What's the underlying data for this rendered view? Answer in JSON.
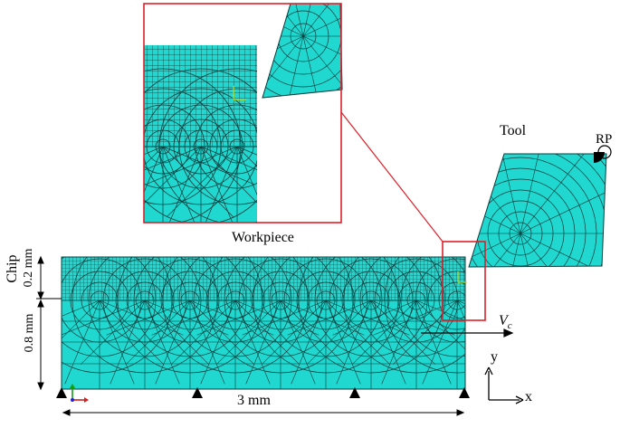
{
  "labels": {
    "tool": "Tool",
    "rp": "RP",
    "workpiece": "Workpiece",
    "chip": "Chip",
    "chip_thickness": "0.2 mm",
    "workpiece_height": "0.8 mm",
    "workpiece_length": "3 mm",
    "velocity_symbol": "V",
    "velocity_subscript": "c",
    "axis_y": "y",
    "axis_x": "x"
  },
  "colors": {
    "mesh_fill": "#20d8cf",
    "mesh_line": "#0b3b3b",
    "zoom_frame": "#e0202a",
    "ink": "#000000"
  },
  "icons": {
    "support": "triangle-support-icon",
    "reference_point": "quarter-disc-rp-icon",
    "triad": "axis-triad-icon"
  }
}
